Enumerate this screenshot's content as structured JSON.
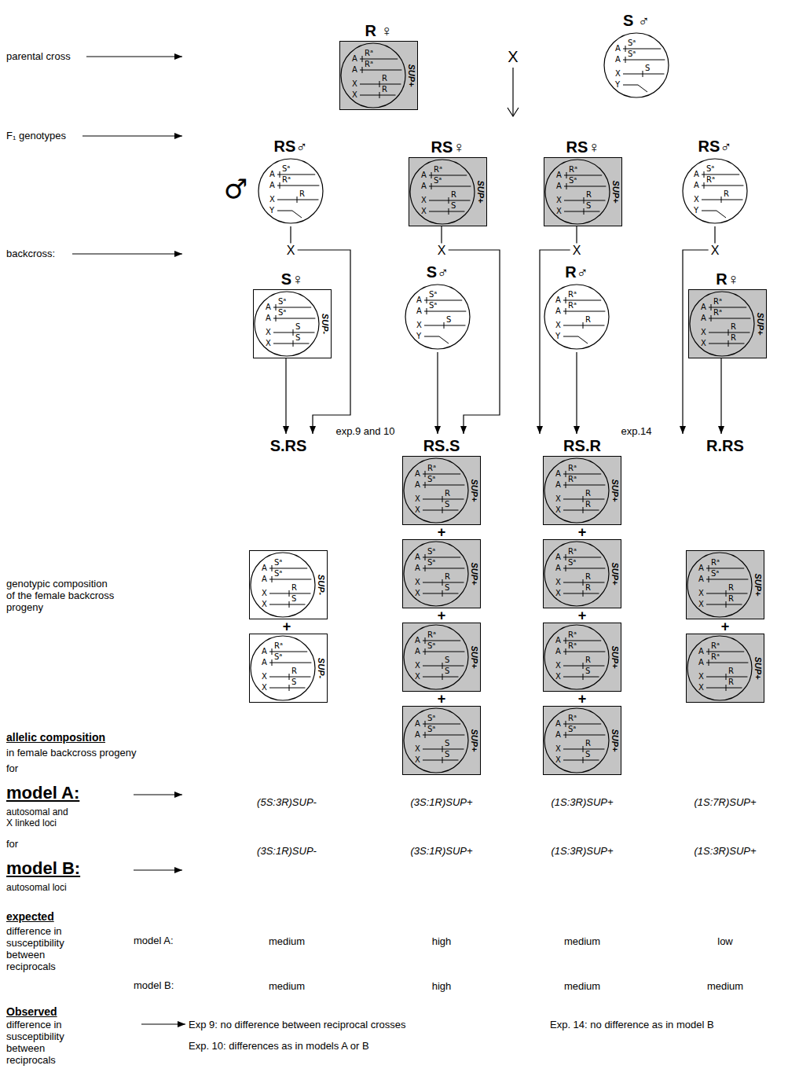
{
  "diagram": {
    "nodes": [
      {
        "text": [
          "R ♀",
          "A",
          "A",
          "X",
          "X",
          "Rᵃ",
          "Rᵃ",
          "R",
          "R",
          "SUP+"
        ]
      },
      {
        "text": [
          "S ♂",
          "A",
          "A",
          "X",
          "Y",
          "Sᵃ",
          "Sᵃ",
          "S"
        ]
      },
      {
        "text": [
          "RS♂",
          "A",
          "A",
          "X",
          "Y",
          "Sᵃ",
          "Rᵃ",
          "R"
        ]
      },
      {
        "text": [
          "RS♀",
          "A",
          "A",
          "X",
          "X",
          "Rᵃ",
          "Sᵃ",
          "R",
          "S",
          "SUP+"
        ]
      },
      {
        "text": [
          "RS♀",
          "A",
          "A",
          "X",
          "X",
          "Rᵃ",
          "Sᵃ",
          "R",
          "S",
          "SUP+"
        ]
      },
      {
        "text": [
          "RS♂",
          "A",
          "A",
          "X",
          "Y",
          "Sᵃ",
          "Rᵃ",
          "R"
        ]
      },
      {
        "text": [
          "S♀",
          "A",
          "A",
          "X",
          "X",
          "Sᵃ",
          "Sᵃ",
          "S",
          "S",
          "SUP-"
        ]
      },
      {
        "text": [
          "S♂",
          "A",
          "A",
          "X",
          "Y",
          "Sᵃ",
          "Sᵃ",
          "S"
        ]
      },
      {
        "text": [
          "R♂",
          "A",
          "A",
          "X",
          "Y",
          "Rᵃ",
          "Rᵃ",
          "R"
        ]
      },
      {
        "text": [
          "R♀",
          "A",
          "A",
          "X",
          "X",
          "Rᵃ",
          "Rᵃ",
          "R",
          "R",
          "SUP+"
        ]
      },
      {
        "text": [
          "S.RS"
        ]
      },
      {
        "text": [
          "A",
          "A",
          "X",
          "X",
          "Sᵃ",
          "Sᵃ",
          "R",
          "S",
          "SUP-"
        ],
        "in": 10
      },
      {
        "text": [
          "A",
          "A",
          "X",
          "X",
          "Rᵃ",
          "Sᵃ",
          "R",
          "S",
          "SUP-"
        ],
        "in": 10
      },
      {
        "text": [
          "RS.S"
        ]
      },
      {
        "text": [
          "A",
          "A",
          "X",
          "X",
          "Rᵃ",
          "Sᵃ",
          "R",
          "S",
          "SUP+"
        ],
        "in": 13
      },
      {
        "text": [
          "A",
          "A",
          "X",
          "X",
          "Sᵃ",
          "Sᵃ",
          "R",
          "S",
          "SUP+"
        ],
        "in": 13
      },
      {
        "text": [
          "A",
          "A",
          "X",
          "X",
          "Rᵃ",
          "Sᵃ",
          "S",
          "S",
          "SUP+"
        ],
        "in": 13
      },
      {
        "text": [
          "A",
          "A",
          "X",
          "X",
          "Sᵃ",
          "Sᵃ",
          "S",
          "S",
          "SUP+"
        ],
        "in": 13
      },
      {
        "text": [
          "RS.R"
        ]
      },
      {
        "text": [
          "A",
          "A",
          "X",
          "X",
          "Rᵃ",
          "Rᵃ",
          "R",
          "R",
          "SUP+"
        ],
        "in": 18
      },
      {
        "text": [
          "A",
          "A",
          "X",
          "X",
          "Rᵃ",
          "Sᵃ",
          "R",
          "R",
          "SUP+"
        ],
        "in": 18
      },
      {
        "text": [
          "A",
          "A",
          "X",
          "X",
          "Rᵃ",
          "Rᵃ",
          "R",
          "S",
          "SUP+"
        ],
        "in": 18
      },
      {
        "text": [
          "A",
          "A",
          "X",
          "X",
          "Rᵃ",
          "Sᵃ",
          "R",
          "S",
          "SUP+"
        ],
        "in": 18
      },
      {
        "text": [
          "R.RS"
        ]
      },
      {
        "text": [
          "A",
          "A",
          "X",
          "X",
          "Rᵃ",
          "Sᵃ",
          "R",
          "R",
          "SUP+"
        ],
        "in": 23
      },
      {
        "text": [
          "A",
          "A",
          "X",
          "X",
          "Rᵃ",
          "Rᵃ",
          "R",
          "R",
          "SUP+"
        ],
        "in": 23
      }
    ],
    "edges": [
      {
        "from": 2,
        "to": 10,
        "arrow": "to"
      },
      {
        "from": 6,
        "to": 10,
        "arrow": "to"
      },
      {
        "from": 3,
        "to": 13,
        "arrow": "to"
      },
      {
        "from": 7,
        "to": 13,
        "arrow": "to"
      },
      {
        "from": 4,
        "to": 18,
        "arrow": "to"
      },
      {
        "from": 8,
        "to": 18,
        "arrow": "to"
      },
      {
        "from": 5,
        "to": 23,
        "arrow": "to"
      },
      {
        "from": 9,
        "to": 23,
        "arrow": "to"
      }
    ],
    "labels": [
      "parental cross",
      "F₁ genotypes",
      "backcross:",
      "genotypic composition of the female backcross progeny",
      "allelic composition",
      "in female backcross progeny",
      "for",
      "model A:",
      "autosomal and X linked loci",
      "for",
      "model B:",
      "autosomal loci",
      "expected",
      "difference in susceptibility between reciprocals",
      "model A:",
      "model B:",
      "Observed",
      "difference in susceptibility between reciprocals",
      "X",
      "♂",
      "X",
      "X",
      "X",
      "X",
      "exp.9 and 10",
      "exp.14",
      "+",
      "+",
      "+",
      "+",
      "+",
      "+",
      "+",
      "+",
      "(5S:3R)SUP-",
      "(3S:1R)SUP+",
      "(1S:3R)SUP+",
      "(1S:7R)SUP+",
      "(3S:1R)SUP-",
      "(3S:1R)SUP+",
      "(1S:3R)SUP+",
      "(1S:3R)SUP+",
      "medium",
      "high",
      "medium",
      "low",
      "medium",
      "high",
      "medium",
      "medium",
      "Exp 9: no difference between reciprocal crosses",
      "Exp. 10: differences as in models A or B",
      "Exp. 14: no difference as in model B"
    ]
  }
}
